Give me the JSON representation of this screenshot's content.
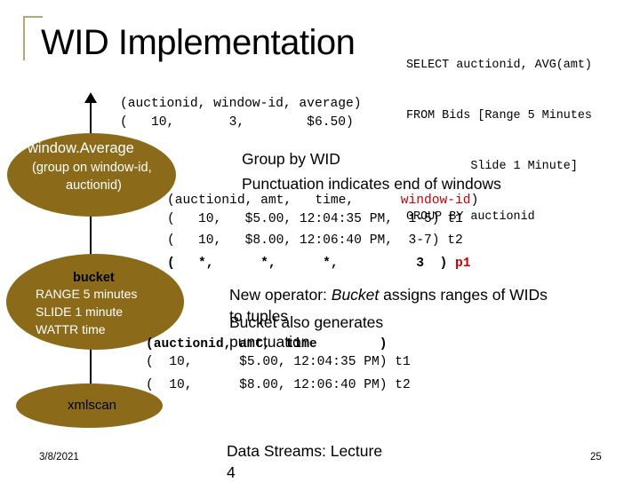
{
  "slide": {
    "title": "WID Implementation",
    "sql_lines": [
      "SELECT auctionid, AVG(amt)",
      "FROM Bids [Range 5 Minutes",
      "         Slide 1 Minute]",
      "GROUP BY auctionid"
    ],
    "output_tuple": {
      "header": "(auctionid, window-id, average)",
      "row": "(   10,       3,        $6.50)"
    },
    "operators": {
      "window_average": {
        "name": "window.Average",
        "desc1": "(group on window-id,",
        "desc2": "auctionid)"
      },
      "bucket": {
        "name": "bucket",
        "params": [
          "RANGE  5 minutes",
          "SLIDE  1 minute",
          "WATTR  time"
        ]
      },
      "xmlscan": {
        "name": "xmlscan"
      }
    },
    "group_by_note": {
      "line1": "Group by WID",
      "line2": "Punctuation indicates end of windows"
    },
    "bucket_output": {
      "header_main": "(auctionid, amt,   time,      ",
      "header_wid": "window-id",
      "header_close": ")",
      "rows": [
        {
          "main": "(   10,   $5.00, 12:04:35 PM,  1-5) ",
          "tag": "t1"
        },
        {
          "main": "(   10,   $8.00, 12:06:40 PM,  3-7) ",
          "tag": "t2"
        },
        {
          "main": "(   *,      *,      *,          3  ) ",
          "tag": "p1"
        }
      ]
    },
    "new_operator_note": {
      "prefix": "New operator: ",
      "italic": "Bucket",
      "rest": " assigns ranges of WIDs",
      "line2": "to tuples",
      "line3": "Bucket also generates",
      "line4": "punctuation"
    },
    "input_tuples": {
      "header": "(auctionid, amt,  time        )",
      "rows": [
        "(  10,      $5.00, 12:04:35 PM) t1",
        "(  10,      $8.00, 12:06:40 PM) t2"
      ]
    },
    "footer": {
      "date": "3/8/2021",
      "center": "Data Streams: Lecture",
      "center2": "4",
      "page": "25"
    },
    "colors": {
      "operator_fill": "#8b6a1a",
      "accent_red": "#cc0000",
      "corner_rule": "#b5a67b"
    }
  }
}
